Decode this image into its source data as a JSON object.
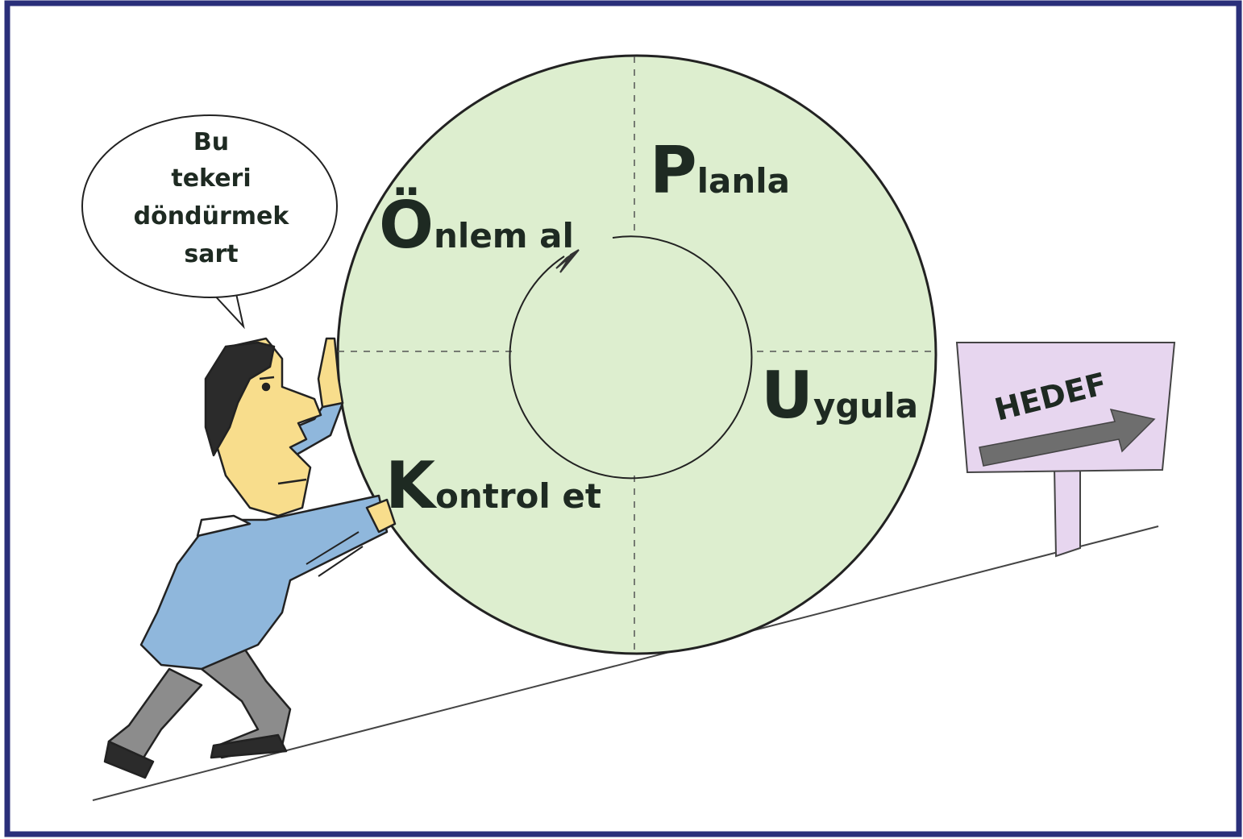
{
  "speech_bubble": {
    "lines": [
      "Bu",
      "tekeri",
      "döndürmek",
      "sart"
    ]
  },
  "wheel": {
    "quadrants": [
      {
        "letter": "P",
        "rest": "lanla"
      },
      {
        "letter": "U",
        "rest": "ygula"
      },
      {
        "letter": "K",
        "rest": "ontrol et"
      },
      {
        "letter": "Ö",
        "rest": "nlem al"
      }
    ]
  },
  "sign": {
    "label": "HEDEF"
  },
  "colors": {
    "frame": "#2a2f7a",
    "wheel_fill": "#ddeecf",
    "sign_fill": "#e7d6ef",
    "text_dark": "#1e2a22",
    "shirt": "#8fb7dc",
    "skin": "#f8dd8c",
    "trousers": "#8c8c8c",
    "hair": "#2b2b2b",
    "arrow": "#6e6e6e"
  },
  "icons": [
    "person-pushing-icon",
    "rotation-arrow-icon",
    "target-signpost-icon",
    "hedef-arrow-icon"
  ]
}
